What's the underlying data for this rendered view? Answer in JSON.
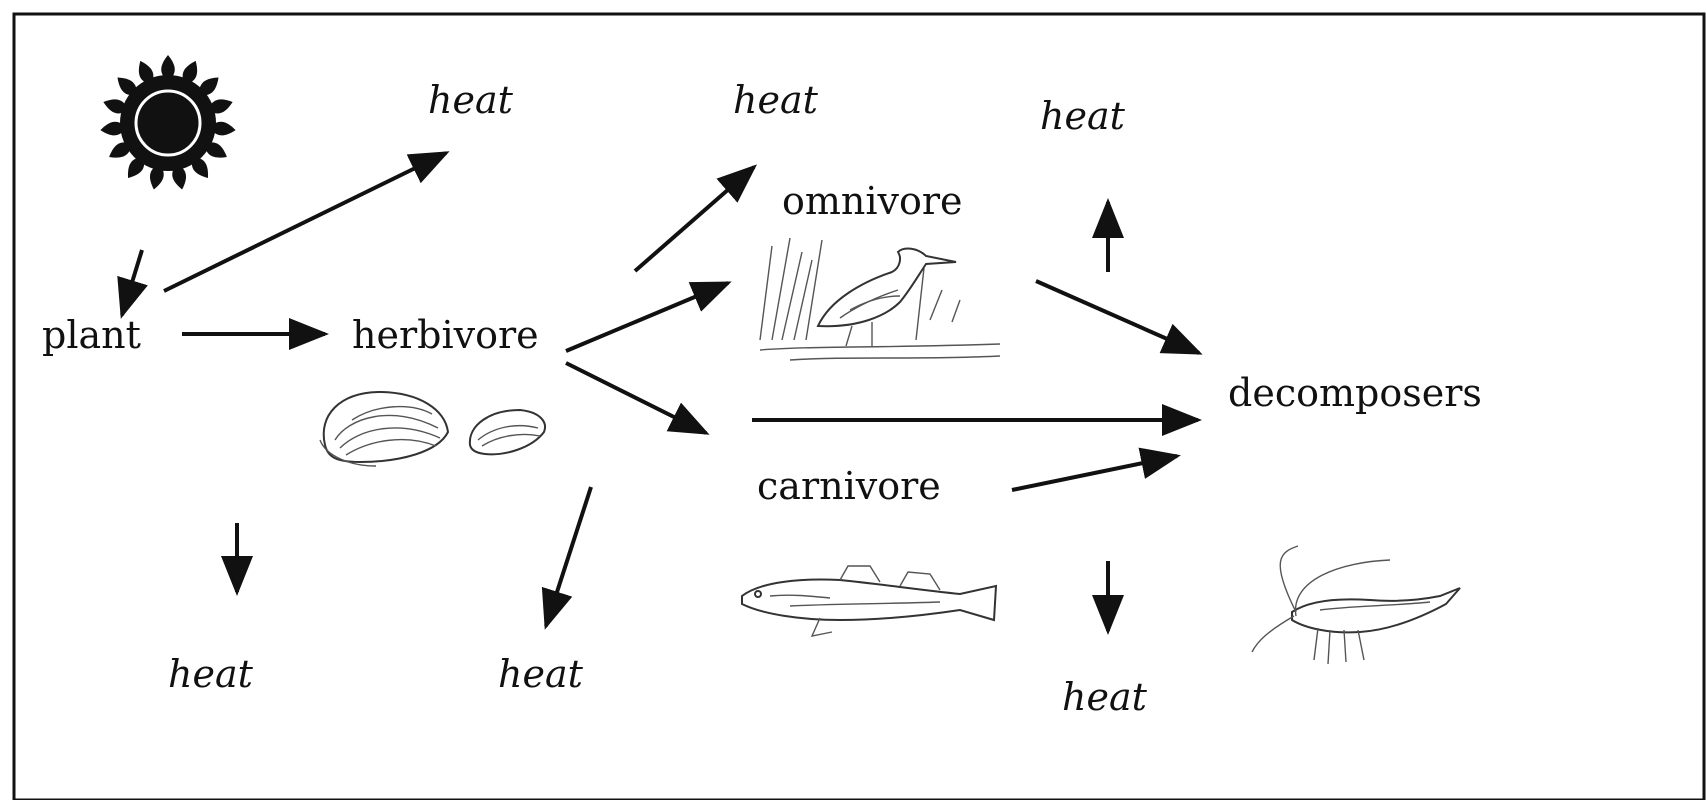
{
  "nodes": {
    "plant": "plant",
    "herbivore": "herbivore",
    "omnivore": "omnivore",
    "carnivore": "carnivore",
    "decomposers": "decomposers"
  },
  "heat_label": "heat",
  "icons": {
    "sun": "sun-icon",
    "herbivore": "clam-icon",
    "omnivore": "heron-icon",
    "carnivore": "fish-icon",
    "decomposers": "shrimp-icon"
  },
  "colors": {
    "ink": "#111111",
    "background": "#ffffff"
  }
}
